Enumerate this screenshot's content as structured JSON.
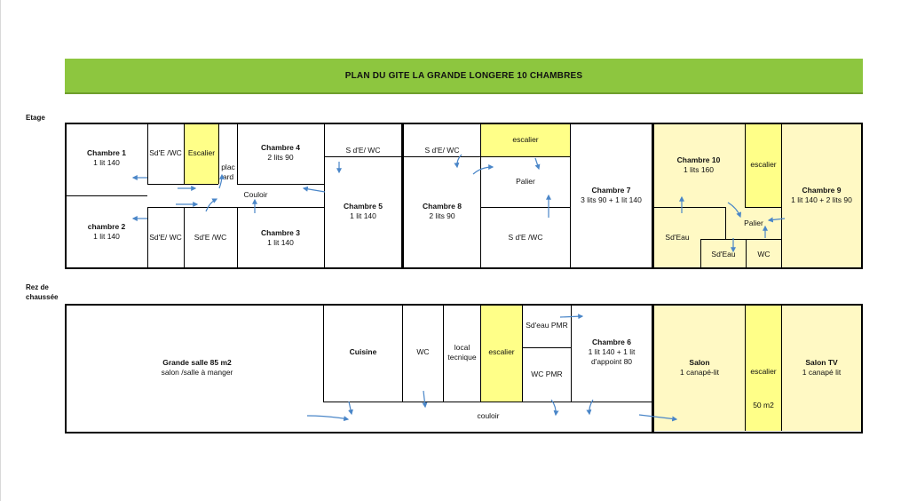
{
  "title": "PLAN DU GITE LA GRANDE LONGERE  10 CHAMBRES",
  "levels": {
    "etage": "Etage",
    "rdc": "Rez de chaussée"
  },
  "colors": {
    "banner": "#8dc63f",
    "zone_yellow": "#fff9c4",
    "stair_yellow": "#ffff88",
    "arrow": "#4a86c8"
  },
  "etage": {
    "chambre1": {
      "name": "Chambre 1",
      "beds": "1 lit 140"
    },
    "chambre2": {
      "name": "chambre 2",
      "beds": "1 lit 140"
    },
    "sde_wc_1": "Sd'E /WC",
    "sde_wc_2": "Sd'E/ WC",
    "sde_wc_3": "Sd'E /WC",
    "escalier": "Escalier",
    "placard_1": "plac",
    "placard_2": "ard",
    "chambre4": {
      "name": "Chambre 4",
      "beds": "2 lits 90"
    },
    "couloir": "Couloir",
    "chambre3": {
      "name": "Chambre 3",
      "beds": "1 lit 140"
    },
    "sde_wc_4": "S d'E/ WC",
    "chambre5": {
      "name": "Chambre 5",
      "beds": "1 lit 140"
    },
    "sde_wc_5": "S d'E/ WC",
    "chambre8": {
      "name": "Chambre 8",
      "beds": "2 lits 90"
    },
    "escalier_2": "escalier",
    "palier_1": "Palier",
    "sde_wc_6": "S d'E /WC",
    "chambre7": {
      "name": "Chambre 7",
      "beds": "3 lits 90 + 1 lit 140"
    },
    "chambre10": {
      "name": "Chambre 10",
      "beds": "1 lits 160"
    },
    "escalier_3": "escalier",
    "chambre9": {
      "name": "Chambre 9",
      "beds": "1 lit 140 + 2 lits 90"
    },
    "palier_2": "Palier",
    "sdeau_1": "Sd'Eau",
    "sdeau_2": "Sd'Eau",
    "wc": "WC"
  },
  "rdc": {
    "grande_salle": {
      "name": "Grande salle 85 m2",
      "desc": "salon /salle à manger"
    },
    "cuisine": "Cuisine",
    "wc": "WC",
    "local_1": "local",
    "local_2": "tecnique",
    "escalier": "escalier",
    "sdeau_pmr": "Sd'eau PMR",
    "wc_pmr": "WC PMR",
    "chambre6": {
      "name": "Chambre 6",
      "beds_1": "1 lit 140 + 1 lit",
      "beds_2": "d'appoint 80"
    },
    "couloir": "couloir",
    "salon": {
      "name": "Salon",
      "desc": "1 canapé-lit"
    },
    "escalier_2": "escalier",
    "salon_tv": {
      "name": "Salon TV",
      "desc": "1 canapé lit"
    },
    "surface": "50 m2"
  }
}
